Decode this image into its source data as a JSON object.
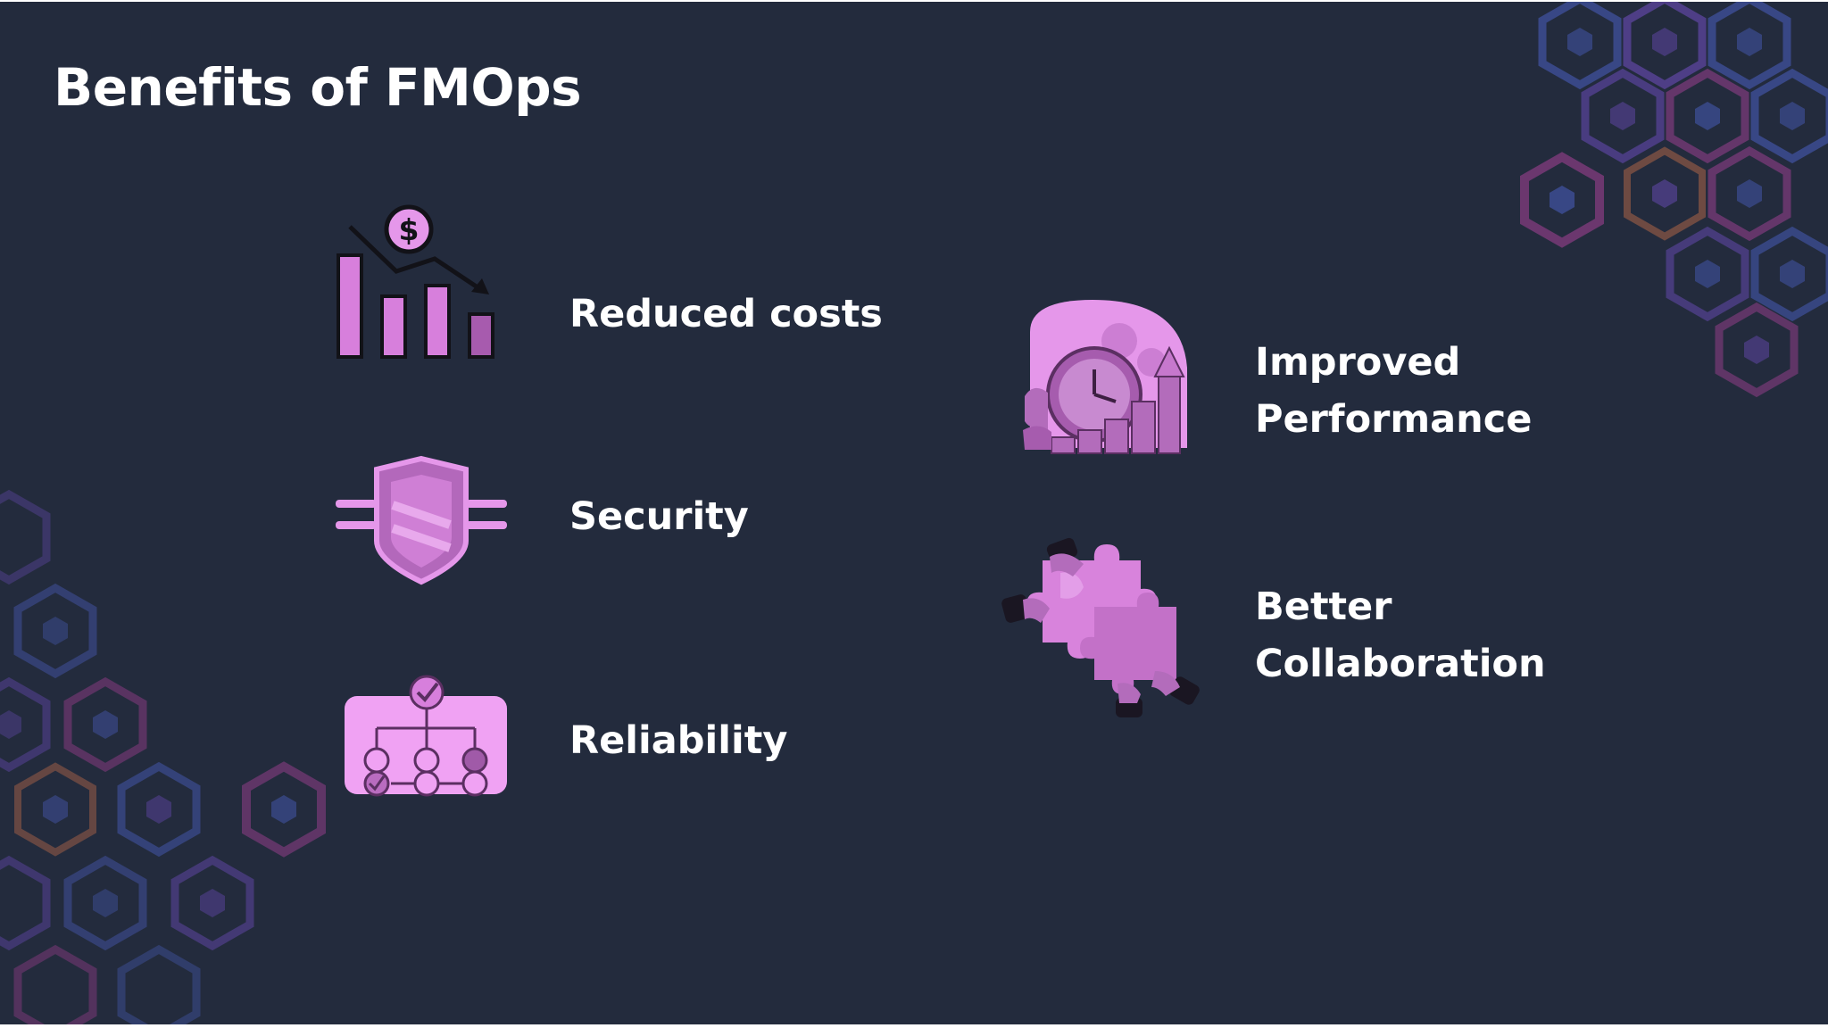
{
  "slide": {
    "title": "Benefits of FMOps",
    "background_color": "#232b3d",
    "accent_color": "#e08ee6"
  },
  "benefits": {
    "reduced_costs": {
      "label": "Reduced costs",
      "icon": "cost-reduction-chart-icon"
    },
    "security": {
      "label": "Security",
      "icon": "shield-icon"
    },
    "reliability": {
      "label": "Reliability",
      "icon": "workflow-checklist-icon"
    },
    "improved_performance": {
      "line1": "Improved",
      "line2": "Performance",
      "icon": "clock-growth-chart-icon"
    },
    "better_collaboration": {
      "line1": "Better",
      "line2": "Collaboration",
      "icon": "puzzle-hands-icon"
    }
  },
  "decoration": {
    "pattern": "hexagon-cube-pattern",
    "colors": [
      "#4a5fc1",
      "#6a4bb8",
      "#9b3f8f",
      "#c9704a"
    ]
  }
}
